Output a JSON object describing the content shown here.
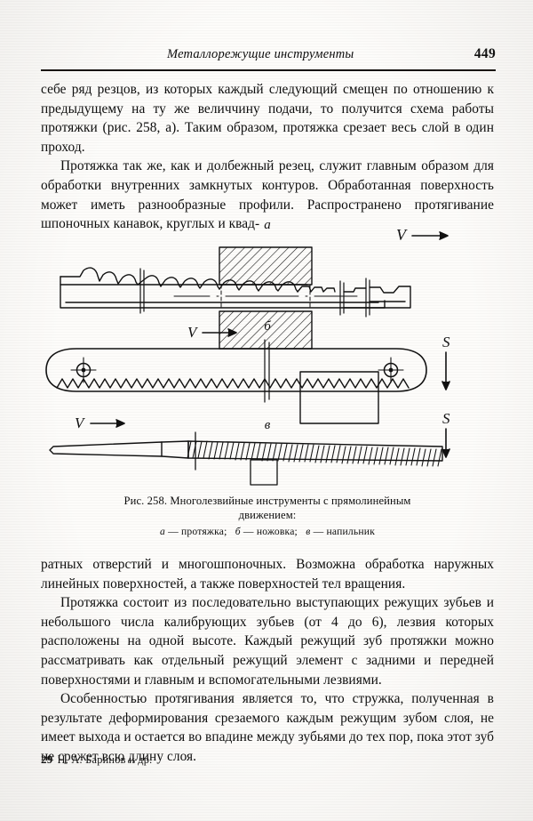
{
  "header": {
    "title": "Металлорежущие инструменты",
    "page_number": "449"
  },
  "text_top": {
    "paragraphs": [
      "себе ряд резцов, из которых каждый следующий смещен по отношению к предыдущему на ту же величчину подачи, то получится схема работы протяжки (рис. 258, а). Таким образом, протяжка срезает весь слой в один проход.",
      "Протяжка так же, как и долбежный резец, служит главным образом для обработки внутренних замкнутых контуров. Обработанная поверхность может иметь разнообразные профили. Распространено протягивание шпоночных канавок, круглых и квад-"
    ]
  },
  "figure": {
    "label_a": "а",
    "label_b": "б",
    "label_v": "в",
    "speed_arrow_label": "V",
    "feed_arrow_label": "S",
    "caption_line1": "Рис. 258. Многолезвийные инструменты с прямолинейным",
    "caption_line2": "движением:",
    "caption_items": [
      {
        "letter": "а",
        "dash": " — ",
        "name": "протяжка;"
      },
      {
        "letter": "б",
        "dash": " — ",
        "name": "ножовка;"
      },
      {
        "letter": "в",
        "dash": " — ",
        "name": "напильник"
      }
    ]
  },
  "text_bottom": {
    "paragraphs": [
      "ратных отверстий и многошпоночных. Возможна обработка наружных линейных поверхностей, а также поверхностей тел вращения.",
      "Протяжка состоит из последовательно выступающих режущих зубьев и небольшого числа калибрующих зубьев (от 4 до 6), лезвия которых расположены на одной высоте. Каждый режущий зуб протяжки можно рассматривать как отдельный режущий элемент с задними и передней поверхностями и главным и вспомогательными лезвиями.",
      "Особенностью протягивания является то, что стружка, полученная в результате деформирования срезаемого каждым режущим зубом слоя, не имеет выхода и остается во впадине между зубьями до тех пор, пока этот зуб не срежет всю длину слоя."
    ]
  },
  "footer": {
    "signature_number": "29",
    "signature_text": "Н. А. Баринов и др."
  },
  "colors": {
    "ink": "#0d0d0d",
    "paper": "#fdfcfa"
  }
}
